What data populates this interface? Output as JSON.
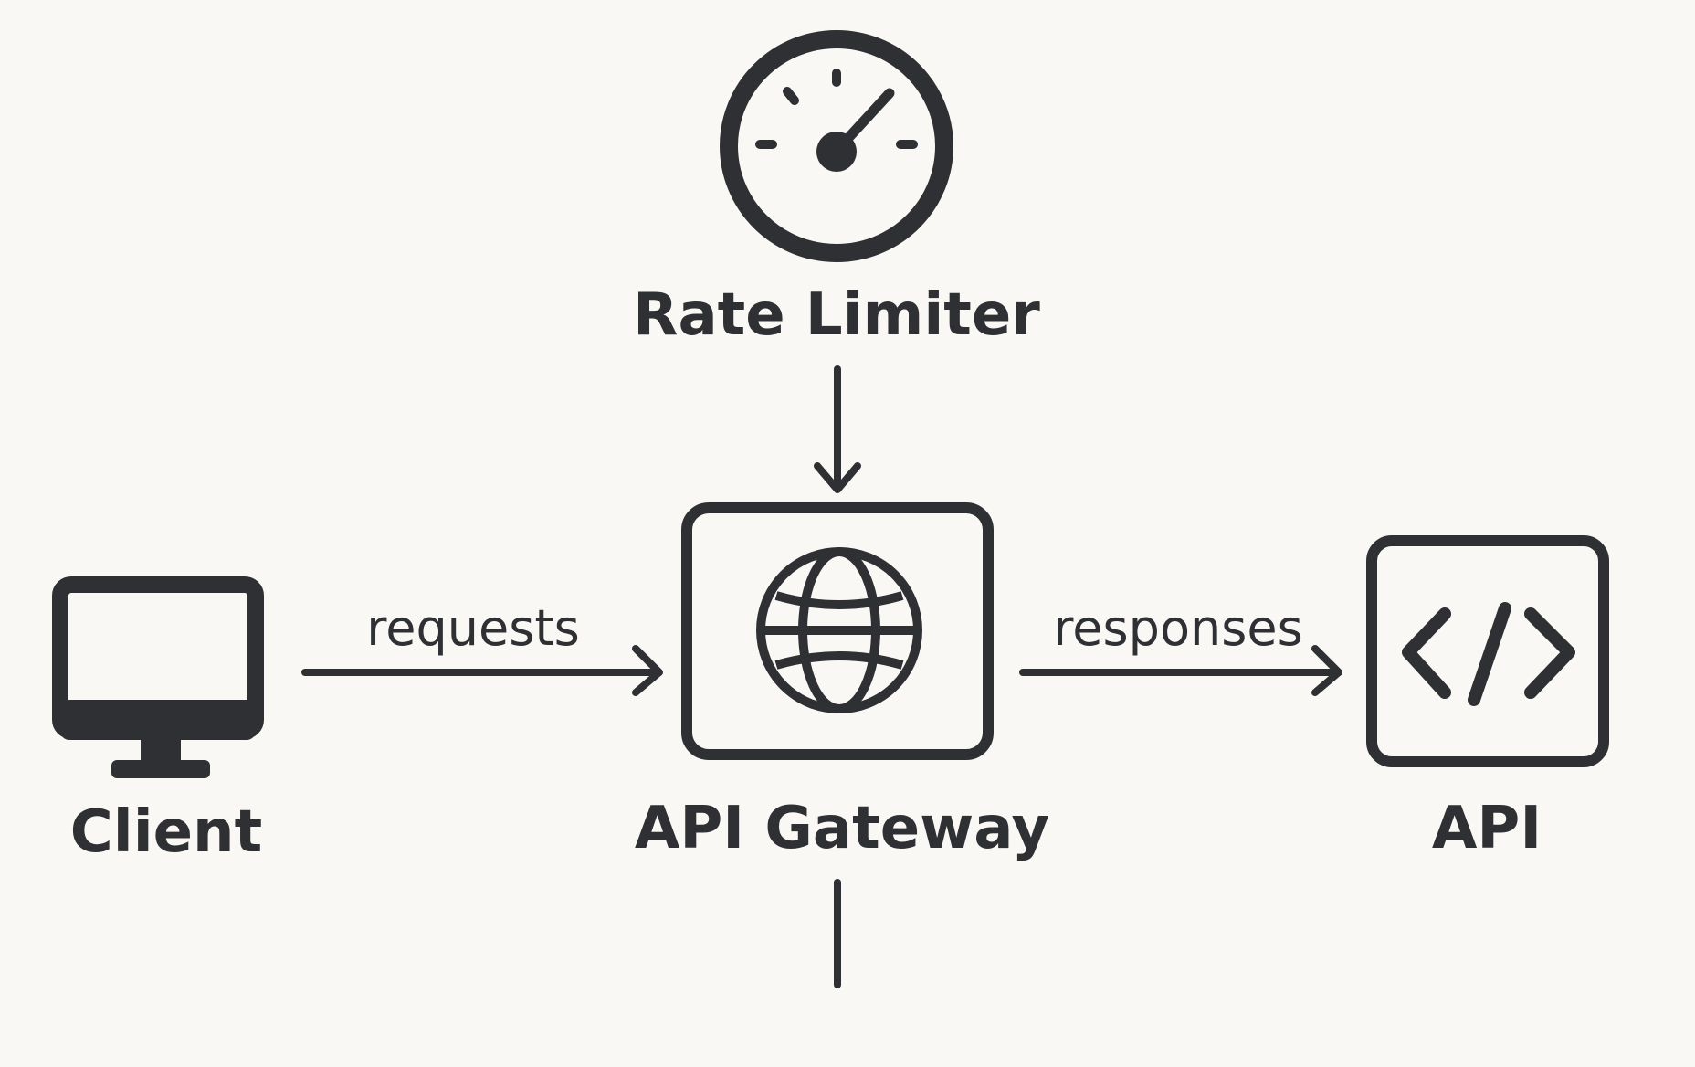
{
  "nodes": {
    "rate_limiter": {
      "label": "Rate Limiter",
      "icon": "speedometer-icon"
    },
    "client": {
      "label": "Client",
      "icon": "monitor-icon"
    },
    "api_gateway": {
      "label": "API Gateway",
      "icon": "globe-icon"
    },
    "api": {
      "label": "API",
      "icon": "code-brackets-icon"
    }
  },
  "edges": {
    "requests": {
      "label": "requests",
      "from": "Client",
      "to": "API Gateway"
    },
    "responses": {
      "label": "responses",
      "from": "API Gateway",
      "to": "API"
    },
    "limiter_to_gateway": {
      "from": "Rate Limiter",
      "to": "API Gateway"
    }
  },
  "colors": {
    "background": "#faf8f5",
    "ink": "#2f3033"
  }
}
